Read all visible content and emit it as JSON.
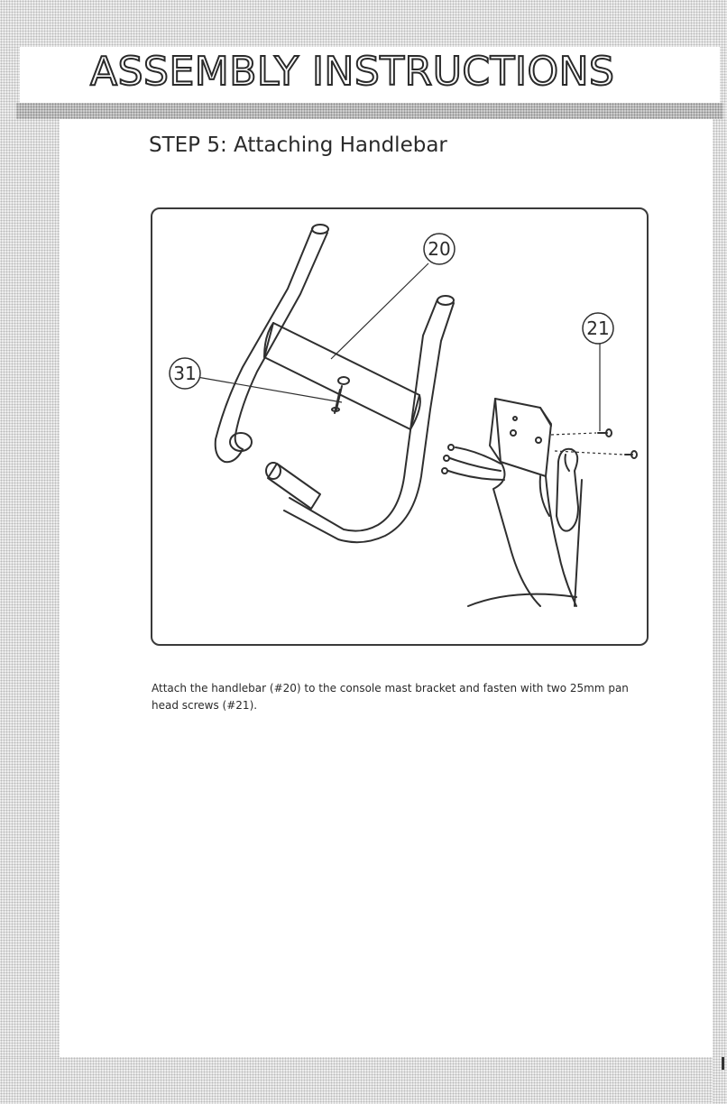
{
  "page": {
    "title": "ASSEMBLY INSTRUCTIONS",
    "step_title": "STEP 5: Attaching Handlebar"
  },
  "figure": {
    "callouts": [
      "20",
      "21",
      "31"
    ]
  },
  "instruction": {
    "text": "Attach the handlebar (#20) to the console mast bracket and fasten with two 25mm pan head screws (#21)."
  }
}
